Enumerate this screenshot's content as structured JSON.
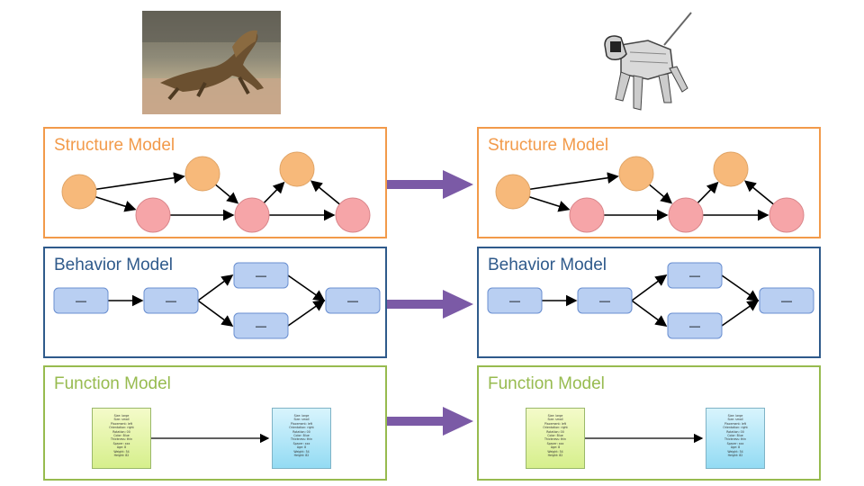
{
  "panels": {
    "structure_left": {
      "title": "Structure Model",
      "color": "#f29a4a"
    },
    "structure_right": {
      "title": "Structure Model",
      "color": "#f29a4a"
    },
    "behavior_left": {
      "title": "Behavior Model",
      "color": "#2f5a8b"
    },
    "behavior_right": {
      "title": "Behavior Model",
      "color": "#2f5a8b"
    },
    "function_left": {
      "title": "Function Model",
      "color": "#97bb4f"
    },
    "function_right": {
      "title": "Function Model",
      "color": "#97bb4f"
    }
  },
  "behavior_node_label": "—",
  "attribute_doc": {
    "lines": [
      "Size: large",
      "Size: small",
      "Placement: left",
      "Orientation: right",
      "Rotation: 00",
      "Color: Blue",
      "Thickness: thin",
      "Spacer: xxx",
      "Age: 8",
      "Weight: 54",
      "Height: 82"
    ]
  },
  "colors": {
    "transfer_arrow": "#7b5aa6",
    "orange_node": "#f7b97a",
    "pink_node": "#f6a5a8",
    "blue_node": "#b9cff2"
  },
  "images": {
    "source": "lizard-photo",
    "target": "robot-dog-illustration"
  }
}
